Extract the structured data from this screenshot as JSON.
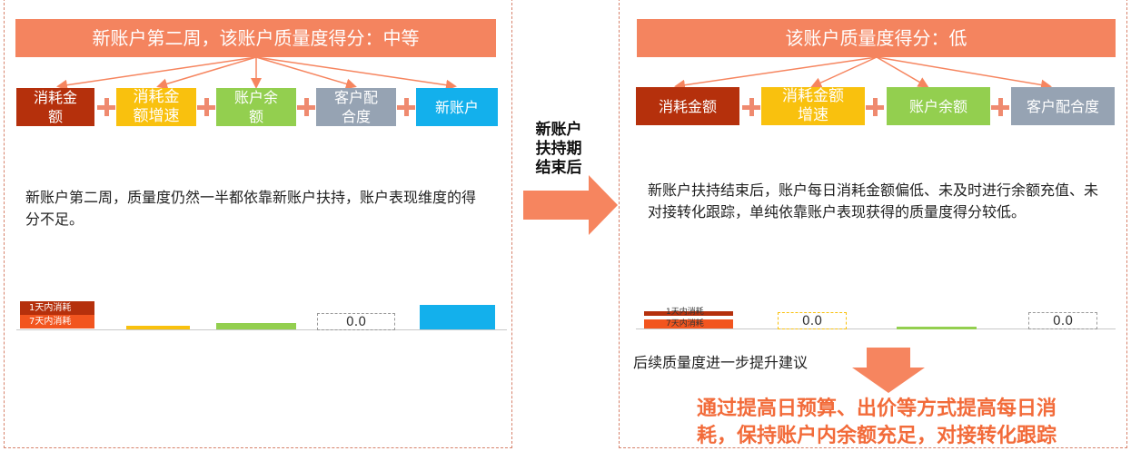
{
  "colors": {
    "title_bg": "#f4845f",
    "spend": "#b5300c",
    "spend_growth": "#f9c10e",
    "balance": "#93cf4f",
    "cooperation": "#96a3b3",
    "new_account": "#13b0ec",
    "arrow": "#f6855f",
    "final_text": "#f26b3a"
  },
  "left": {
    "title": "新账户第二周，该账户质量度得分：中等",
    "factors": [
      {
        "label": "消耗金额",
        "color": "#b5300c",
        "icon": "spend-box"
      },
      {
        "label": "消耗金额增速",
        "color": "#f9c10e",
        "icon": "spend-growth-box"
      },
      {
        "label": "账户余额",
        "color": "#93cf4f",
        "icon": "balance-box"
      },
      {
        "label": "客户配合度",
        "color": "#96a3b3",
        "icon": "cooperation-box"
      },
      {
        "label": "新账户",
        "color": "#13b0ec",
        "icon": "new-account-box"
      }
    ],
    "description": "新账户第二周，质量度仍然一半都依靠新账户扶持，账户表现维度的得分不足。",
    "chart": {
      "mini_labels": [
        "1天内消耗",
        "7天内消耗"
      ],
      "value_label": "0.0"
    }
  },
  "middle": {
    "label_lines": [
      "新账户",
      "扶持期",
      "结束后"
    ]
  },
  "right": {
    "title": "该账户质量度得分：低",
    "factors": [
      {
        "label": "消耗金额",
        "color": "#b5300c"
      },
      {
        "label": "消耗金额增速",
        "color": "#f9c10e"
      },
      {
        "label": "账户余额",
        "color": "#93cf4f"
      },
      {
        "label": "客户配合度",
        "color": "#96a3b3"
      }
    ],
    "description": "新账户扶持结束后，账户每日消耗金额偏低、未及时进行余额充值、未对接转化跟踪，单纯依靠账户表现获得的质量度得分较低。",
    "chart": {
      "mini_labels": [
        "1天内消耗",
        "7天内消耗"
      ],
      "value_label_1": "0.0",
      "value_label_2": "0.0"
    },
    "suggestion_heading": "后续质量度进一步提升建议",
    "suggestion_lines": [
      "通过提高日预算、出价等方式提高每日消",
      "耗，保持账户内余额充足，对接转化跟踪"
    ]
  }
}
